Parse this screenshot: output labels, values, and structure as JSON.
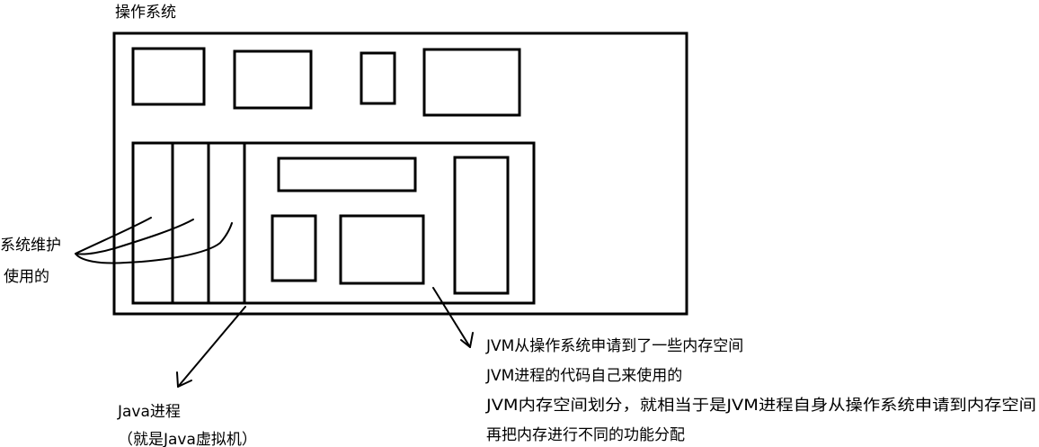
{
  "os_label": "操作系统",
  "system_label": {
    "line1": "系统维护",
    "line2": "使用的"
  },
  "java_label": {
    "line1": "Java进程",
    "line2": "（就是Java虚拟机）"
  },
  "jvm_notes": [
    "JVM从操作系统申请到了一些内存空间",
    "JVM进程的代码自己来使用的",
    "JVM内存空间划分，就相当于是JVM进程自身从操作系统申请到内存空间",
    "再把内存进行不同的功能分配"
  ]
}
